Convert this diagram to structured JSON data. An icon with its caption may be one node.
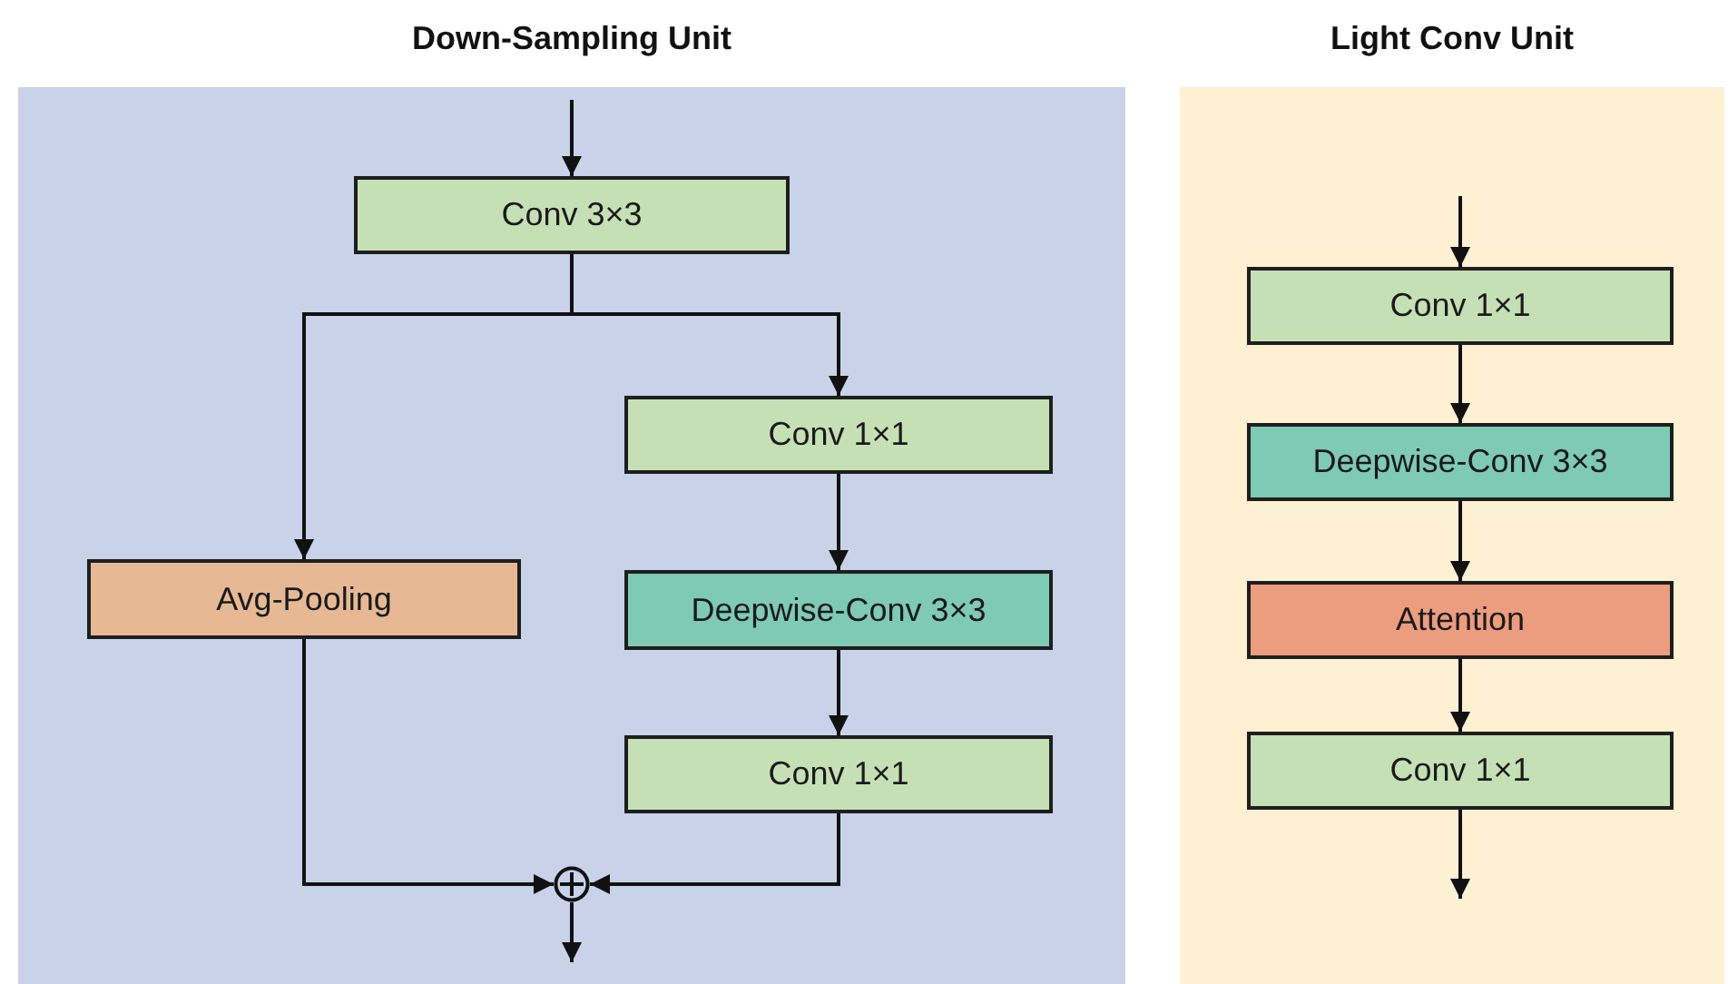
{
  "diagram": {
    "nodes": [
      {
        "text": [
          "Down-Sampling Unit"
        ]
      },
      {
        "text": [
          "Conv 3×3"
        ],
        "in": 0
      },
      {
        "text": [
          "Conv 1×1"
        ],
        "in": 0
      },
      {
        "text": [
          "Avg-Pooling"
        ],
        "in": 0
      },
      {
        "text": [
          "Deepwise-Conv 3×3"
        ],
        "in": 0
      },
      {
        "text": [
          "Conv 1×1"
        ],
        "in": 0
      },
      {
        "text": [],
        "shape": "circle",
        "in": 0
      },
      {
        "text": [
          "Light Conv Unit"
        ]
      },
      {
        "text": [
          "Conv 1×1"
        ],
        "in": 7
      },
      {
        "text": [
          "Deepwise-Conv 3×3"
        ],
        "in": 7
      },
      {
        "text": [
          "Attention"
        ],
        "in": 7
      },
      {
        "text": [
          "Conv 1×1"
        ],
        "in": 7
      }
    ],
    "edges": [
      {
        "from": null,
        "to": 1,
        "arrow": "to"
      },
      {
        "from": 1,
        "to": 2,
        "arrow": "to"
      },
      {
        "from": 1,
        "to": 3,
        "arrow": "to"
      },
      {
        "from": 2,
        "to": 4,
        "arrow": "to"
      },
      {
        "from": 4,
        "to": 5,
        "arrow": "to"
      },
      {
        "from": 3,
        "to": 6,
        "arrow": "to"
      },
      {
        "from": 5,
        "to": 6,
        "arrow": "to"
      },
      {
        "from": 6,
        "to": null,
        "arrow": "to"
      },
      {
        "from": null,
        "to": 8,
        "arrow": "to"
      },
      {
        "from": 8,
        "to": 9,
        "arrow": "to"
      },
      {
        "from": 9,
        "to": 10,
        "arrow": "to"
      },
      {
        "from": 10,
        "to": 11,
        "arrow": "to"
      },
      {
        "from": 11,
        "to": null,
        "arrow": "to"
      }
    ]
  }
}
